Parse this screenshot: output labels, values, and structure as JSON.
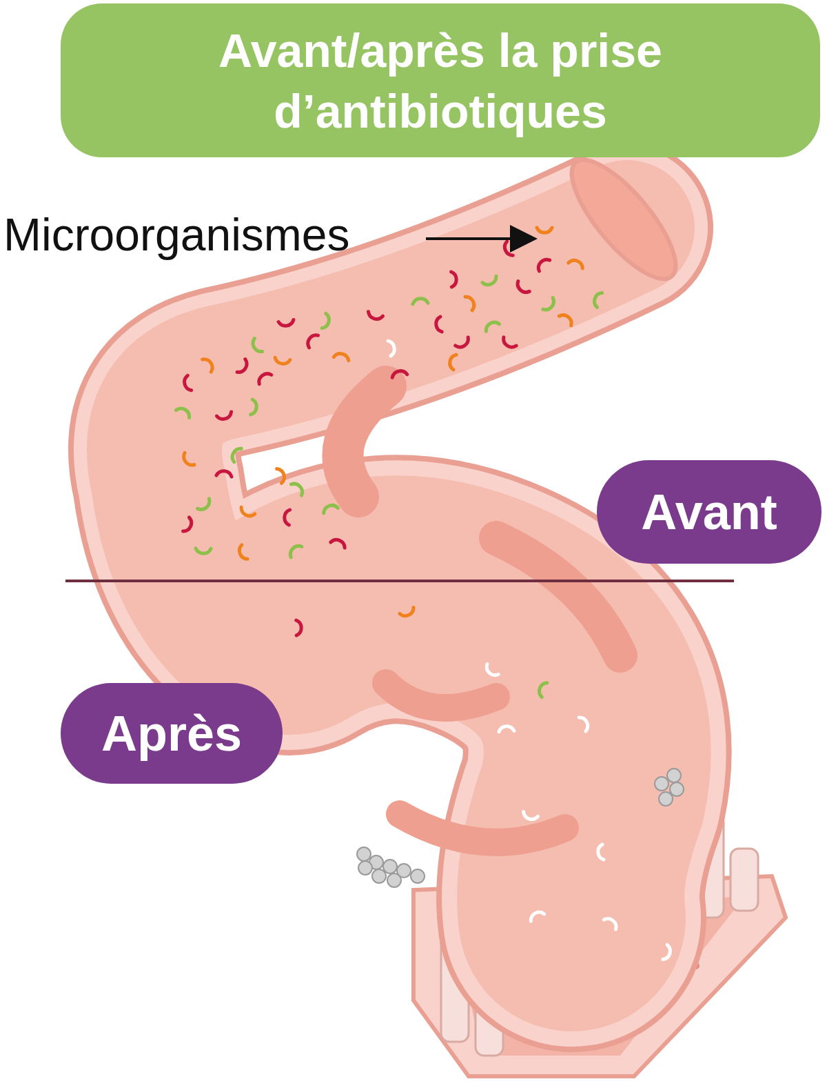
{
  "diagram": {
    "title": "Avant/après la prise d’antibiotiques",
    "nodes": [
      {
        "text": [
          "Avant"
        ]
      },
      {
        "text": [
          "Après"
        ]
      }
    ],
    "labels": [
      "Microorganismes"
    ]
  }
}
